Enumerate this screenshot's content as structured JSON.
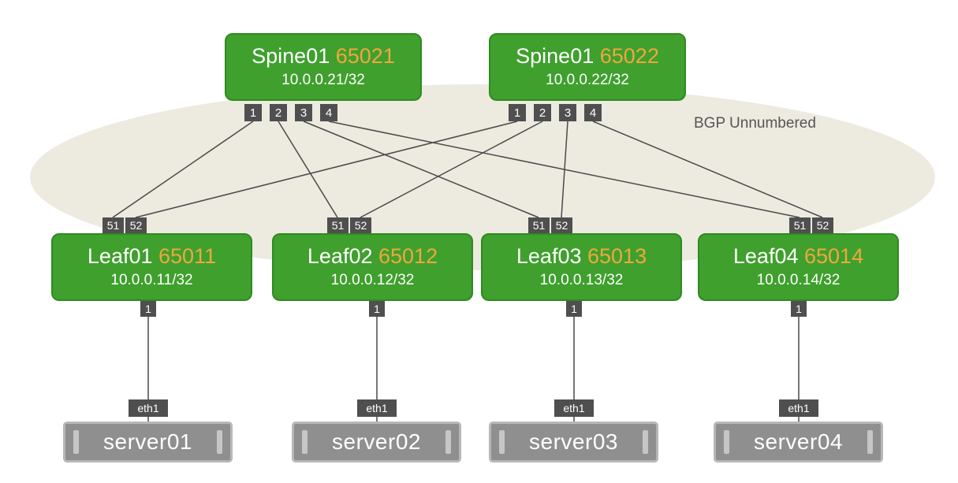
{
  "caption": "BGP Unnumbered",
  "spines": [
    {
      "name": "Spine01",
      "asn": "65021",
      "ip": "10.0.0.21/32",
      "ports": [
        "1",
        "2",
        "3",
        "4"
      ]
    },
    {
      "name": "Spine01",
      "asn": "65022",
      "ip": "10.0.0.22/32",
      "ports": [
        "1",
        "2",
        "3",
        "4"
      ]
    }
  ],
  "leaves": [
    {
      "name": "Leaf01",
      "asn": "65011",
      "ip": "10.0.0.11/32",
      "top_ports": [
        "51",
        "52"
      ],
      "bottom_port": "1"
    },
    {
      "name": "Leaf02",
      "asn": "65012",
      "ip": "10.0.0.12/32",
      "top_ports": [
        "51",
        "52"
      ],
      "bottom_port": "1"
    },
    {
      "name": "Leaf03",
      "asn": "65013",
      "ip": "10.0.0.13/32",
      "top_ports": [
        "51",
        "52"
      ],
      "bottom_port": "1"
    },
    {
      "name": "Leaf04",
      "asn": "65014",
      "ip": "10.0.0.14/32",
      "top_ports": [
        "51",
        "52"
      ],
      "bottom_port": "1"
    }
  ],
  "servers": [
    {
      "name": "server01",
      "interface": "eth1"
    },
    {
      "name": "server02",
      "interface": "eth1"
    },
    {
      "name": "server03",
      "interface": "eth1"
    },
    {
      "name": "server04",
      "interface": "eth1"
    }
  ],
  "links": [
    {
      "from": "Spine01(65021) port 1",
      "to": "Leaf01 port 51"
    },
    {
      "from": "Spine01(65021) port 2",
      "to": "Leaf02 port 51"
    },
    {
      "from": "Spine01(65021) port 3",
      "to": "Leaf03 port 51"
    },
    {
      "from": "Spine01(65021) port 4",
      "to": "Leaf04 port 51"
    },
    {
      "from": "Spine01(65022) port 1",
      "to": "Leaf01 port 52"
    },
    {
      "from": "Spine01(65022) port 2",
      "to": "Leaf02 port 52"
    },
    {
      "from": "Spine01(65022) port 3",
      "to": "Leaf03 port 52"
    },
    {
      "from": "Spine01(65022) port 4",
      "to": "Leaf04 port 52"
    },
    {
      "from": "Leaf01 port 1",
      "to": "server01 eth1"
    },
    {
      "from": "Leaf02 port 1",
      "to": "server02 eth1"
    },
    {
      "from": "Leaf03 port 1",
      "to": "server03 eth1"
    },
    {
      "from": "Leaf04 port 1",
      "to": "server04 eth1"
    }
  ],
  "colors": {
    "node_green": "#3fa02d",
    "node_border": "#2f8a21",
    "asn_orange": "#f0a73c",
    "port_gray": "#4f4f4f",
    "line": "#4a4a4a",
    "ellipse": "#edeae0",
    "server_fill": "#8f8f8f",
    "server_border": "#b7b7b7",
    "bracket": "#c6c6c6",
    "caption_color": "#555555"
  }
}
